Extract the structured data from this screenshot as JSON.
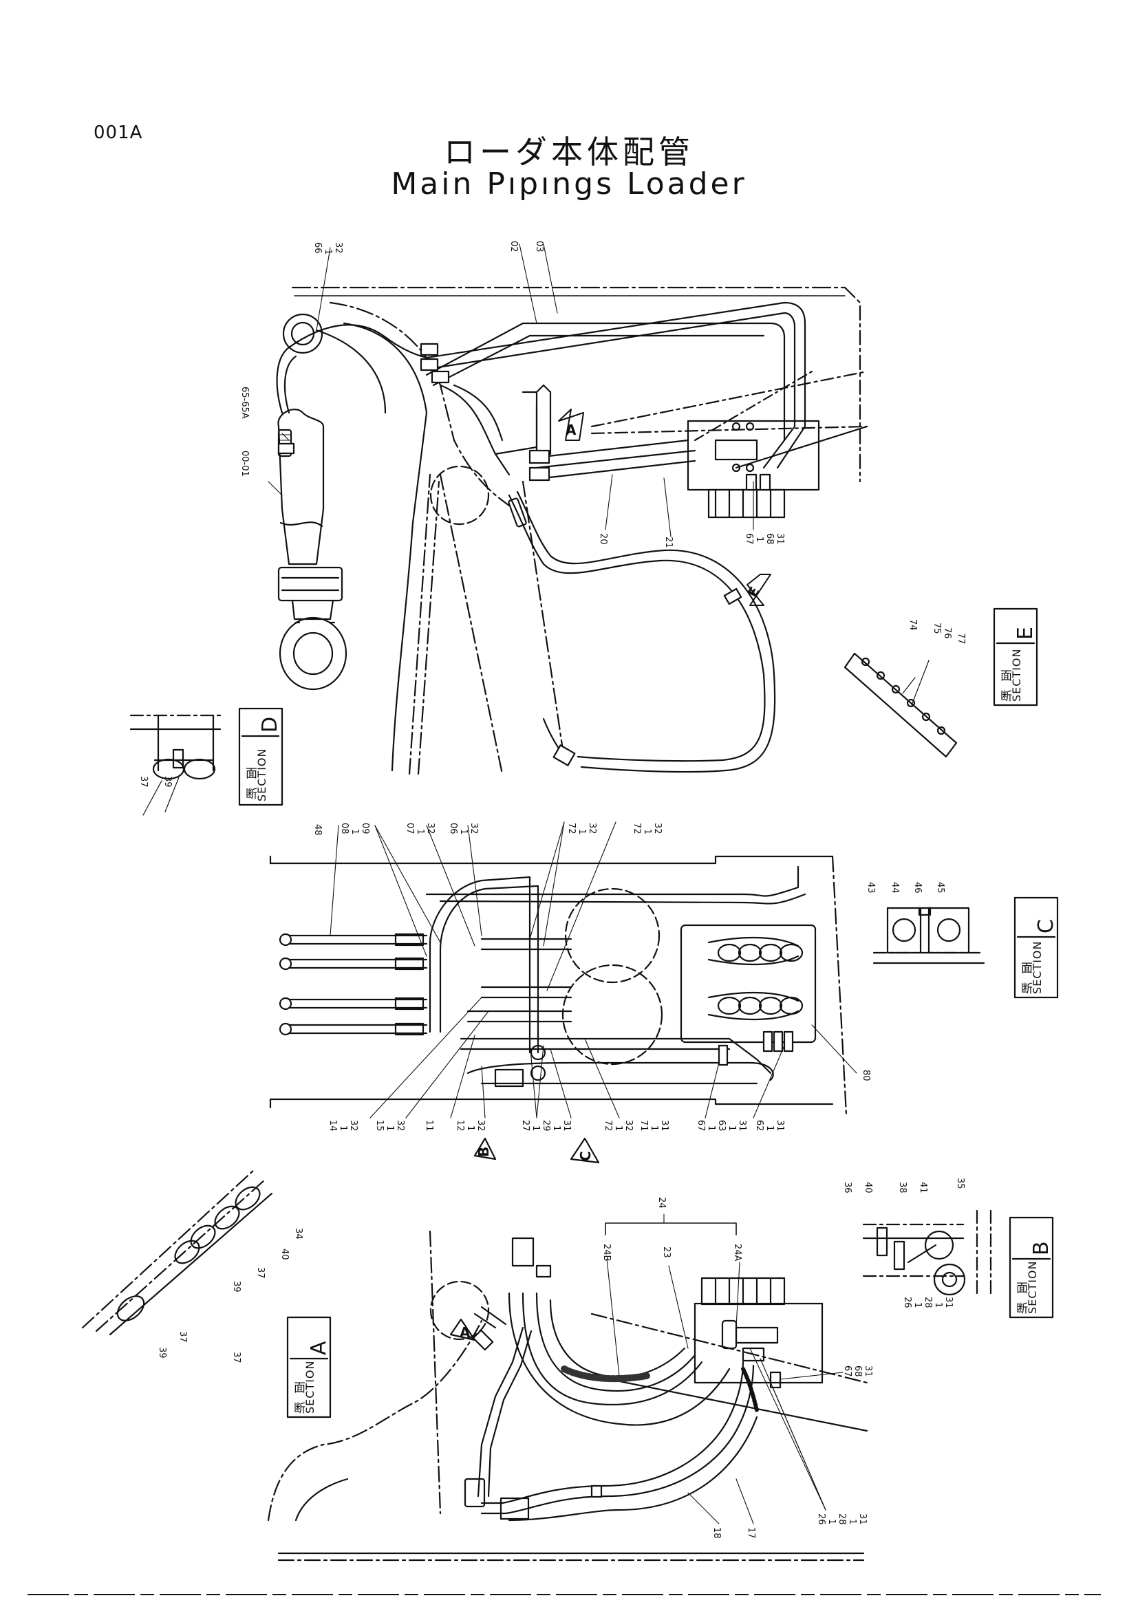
{
  "header": {
    "page_code": "001A",
    "title_jp": "ローダ本体配管",
    "title_en": "Main Pıpıngs Loader"
  },
  "section_labels": {
    "word": "SECTION",
    "jp_chars": [
      "断",
      "面"
    ]
  },
  "sections": [
    {
      "id": "D",
      "letter": "D"
    },
    {
      "id": "E",
      "letter": "E"
    },
    {
      "id": "C",
      "letter": "C"
    },
    {
      "id": "B",
      "letter": "B"
    },
    {
      "id": "A",
      "letter": "A"
    }
  ],
  "view_arrows": [
    "A",
    "E",
    "B",
    "C",
    "A"
  ],
  "callouts": {
    "top": [
      "66",
      "1",
      "32",
      "02",
      "03",
      "65-65A",
      "00-01",
      "20",
      "21",
      "67",
      "1",
      "68",
      "31",
      "74",
      "75",
      "76",
      "77"
    ],
    "section_d": [
      "37",
      "39"
    ],
    "middle_top": [
      "48",
      "08",
      "1",
      "09",
      "07",
      "1",
      "32",
      "06",
      "1",
      "32",
      "72",
      "1",
      "32",
      "72",
      "1",
      "32"
    ],
    "section_c": [
      "43",
      "44",
      "46",
      "45"
    ],
    "middle_bottom": [
      "14",
      "1",
      "32",
      "15",
      "1",
      "32",
      "11",
      "12",
      "1",
      "32",
      "27",
      "1",
      "29",
      "1",
      "31",
      "72",
      "1",
      "32",
      "71",
      "1",
      "31",
      "67",
      "1",
      "63",
      "1",
      "31",
      "62",
      "1",
      "31",
      "80"
    ],
    "section_b": [
      "36",
      "40",
      "38",
      "41",
      "35",
      "26",
      "1",
      "28",
      "1",
      "31"
    ],
    "section_a": [
      "34",
      "40",
      "37",
      "39",
      "37",
      "39",
      "37"
    ],
    "bottom": [
      "24",
      "24B",
      "23",
      "24A",
      "67",
      "68",
      "31",
      "18",
      "17",
      "26",
      "1",
      "28",
      "1",
      "31"
    ]
  }
}
